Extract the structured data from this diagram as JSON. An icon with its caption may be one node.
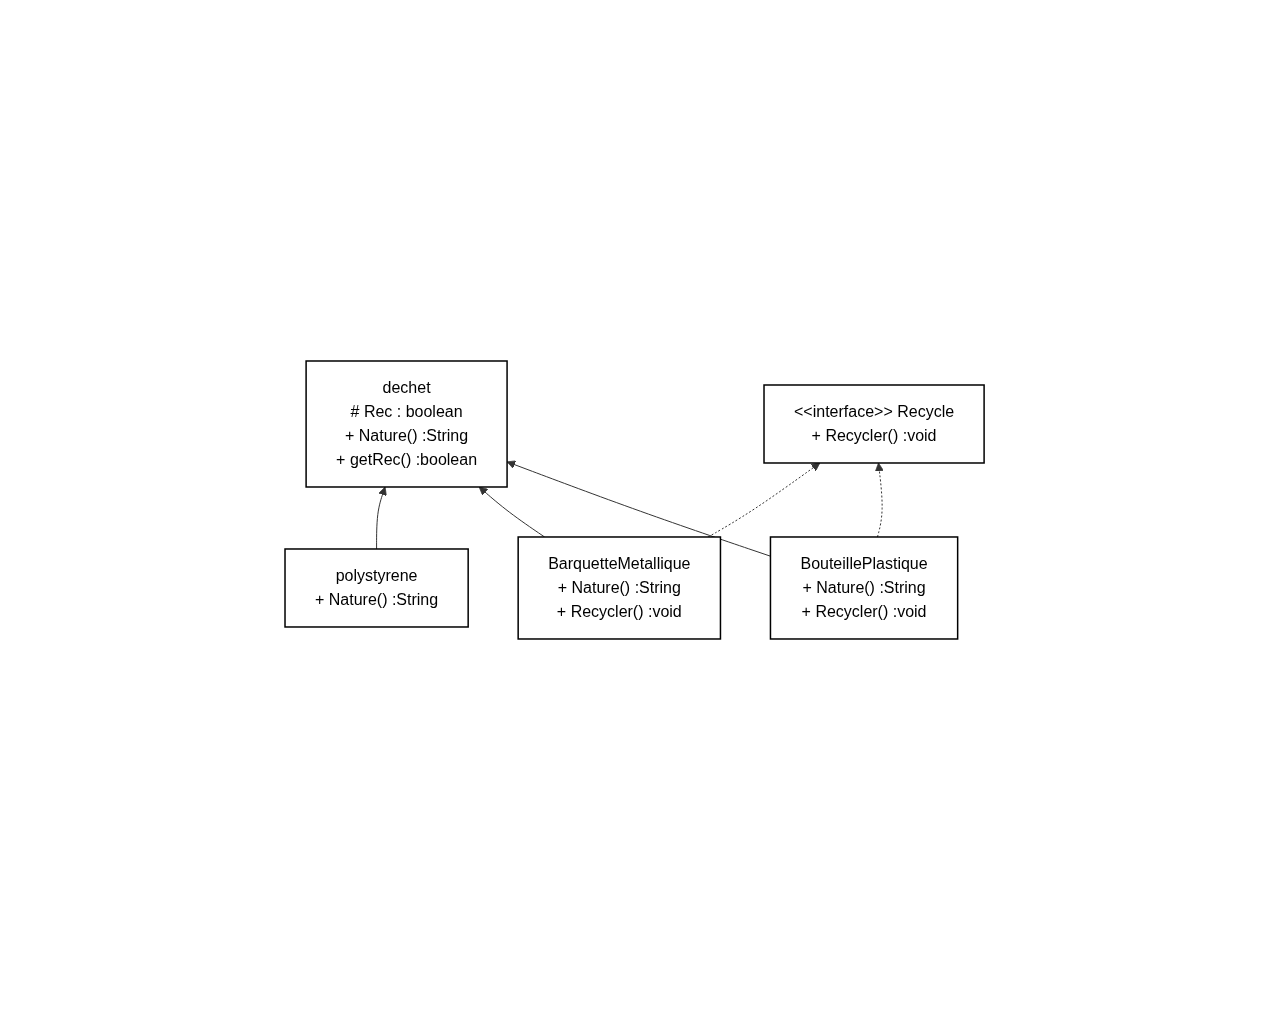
{
  "diagram": {
    "nodes": [
      {
        "text": [
          "dechet",
          "# Rec : boolean",
          "+ Nature() :String",
          "+ getRec() :boolean"
        ]
      },
      {
        "text": [
          "BouteillePlastique",
          "+ Nature() :String",
          "+ Recycler() :void"
        ]
      },
      {
        "text": [
          "BarquetteMetallique",
          "+ Nature() :String",
          "+ Recycler() :void"
        ]
      },
      {
        "text": [
          "polystyrene",
          "+ Nature() :String"
        ]
      },
      {
        "text": [
          "<<interface>> Recycle",
          "+ Recycler() :void"
        ]
      }
    ],
    "edges": [
      {
        "from": 1,
        "to": 0,
        "arrow": "to"
      },
      {
        "from": 2,
        "to": 0,
        "arrow": "to"
      },
      {
        "from": 3,
        "to": 0,
        "arrow": "to"
      },
      {
        "from": 1,
        "to": 4,
        "arrow": "to",
        "style": "dashed"
      },
      {
        "from": 2,
        "to": 4,
        "arrow": "to",
        "style": "dashed"
      }
    ]
  }
}
